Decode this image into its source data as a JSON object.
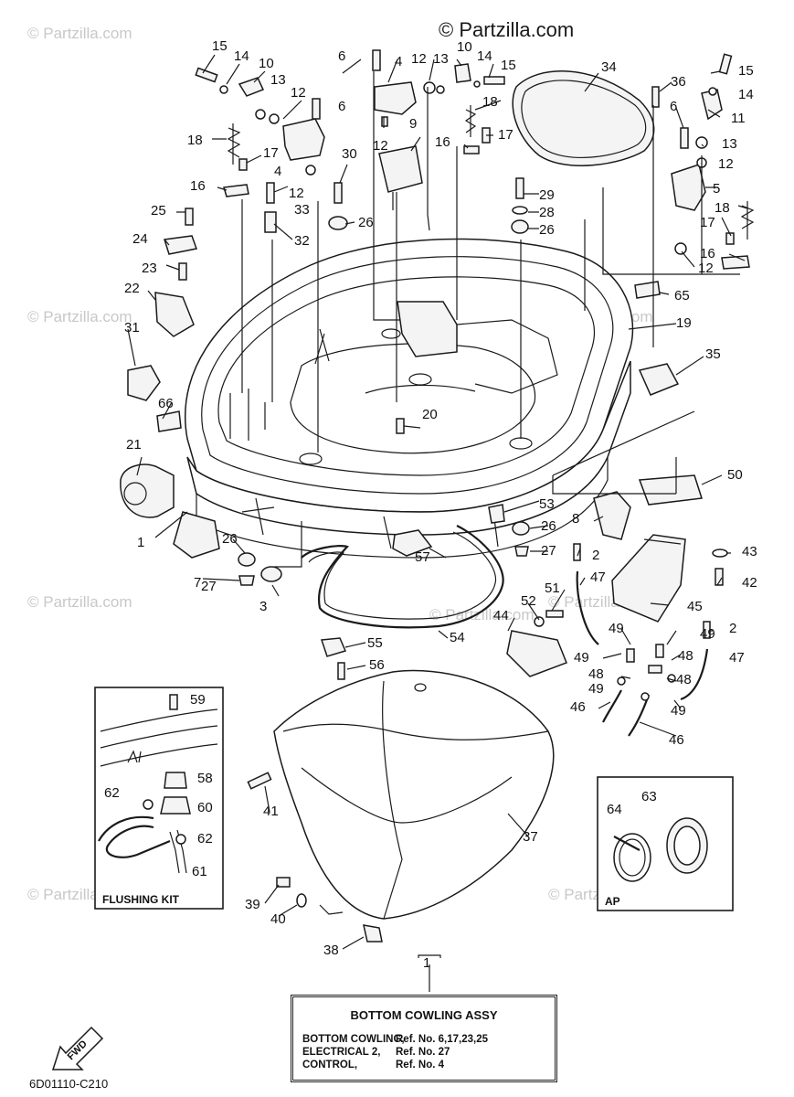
{
  "copyright": "© Partzilla.com",
  "watermark": "© Partzilla.com",
  "diagram_code": "6D01110-C210",
  "fwd_label": "FWD",
  "inset_labels": {
    "flushing_kit": "FLUSHING KIT",
    "ap": "AP"
  },
  "legend": {
    "title": "BOTTOM COWLING ASSY",
    "ref_marker": "1",
    "rows": [
      {
        "name": "BOTTOM COWLING,",
        "ref": "Ref. No. 6,17,23,25"
      },
      {
        "name": "ELECTRICAL 2,",
        "ref": "Ref. No. 27"
      },
      {
        "name": "CONTROL,",
        "ref": "Ref. No. 4"
      }
    ]
  },
  "callouts": [
    "1",
    "2",
    "3",
    "4",
    "5",
    "6",
    "7",
    "8",
    "9",
    "10",
    "11",
    "12",
    "13",
    "14",
    "15",
    "16",
    "17",
    "18",
    "19",
    "20",
    "21",
    "22",
    "23",
    "24",
    "25",
    "26",
    "27",
    "28",
    "29",
    "30",
    "31",
    "32",
    "33",
    "34",
    "35",
    "36",
    "37",
    "38",
    "39",
    "40",
    "41",
    "42",
    "43",
    "44",
    "45",
    "46",
    "47",
    "48",
    "49",
    "50",
    "51",
    "52",
    "53",
    "54",
    "55",
    "56",
    "57",
    "58",
    "59",
    "60",
    "61",
    "62",
    "63",
    "64",
    "65",
    "66"
  ]
}
